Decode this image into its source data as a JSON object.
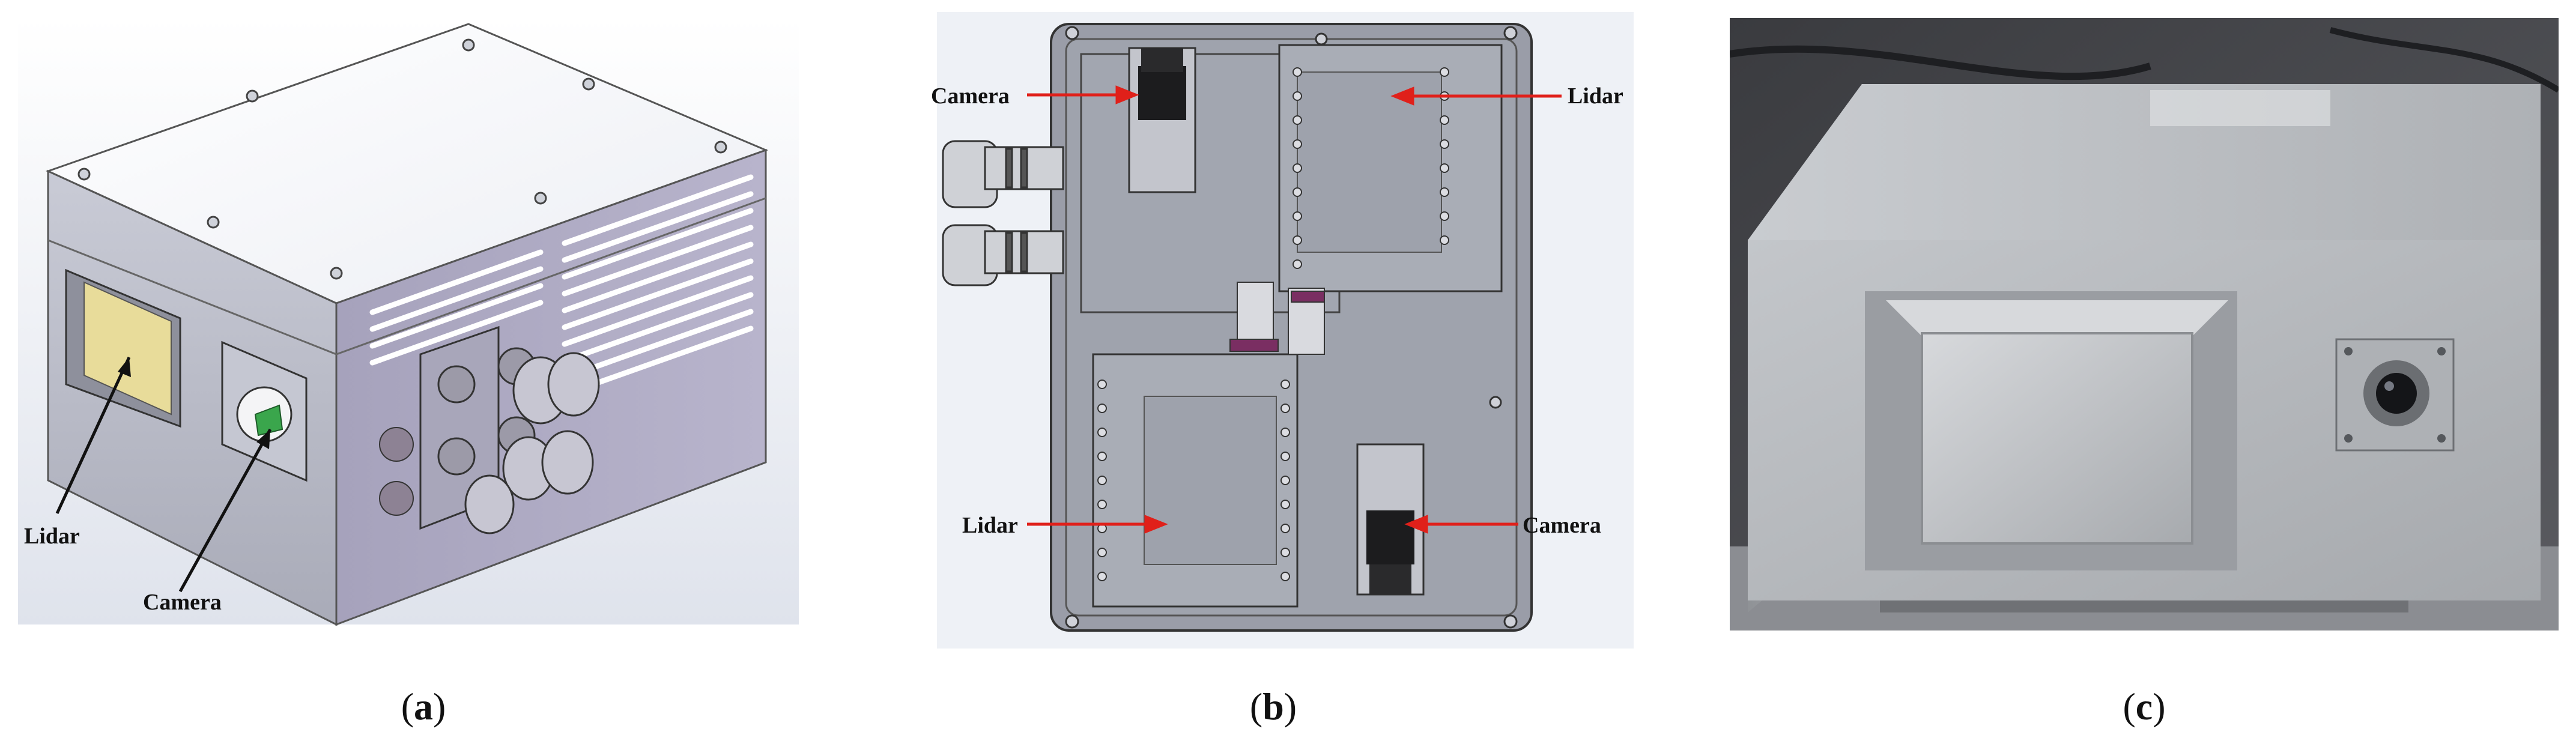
{
  "panels": [
    {
      "id": "a",
      "labels": {
        "lidar": "Lidar",
        "camera": "Camera"
      },
      "caption": {
        "open": "(",
        "letter": "a",
        "close": ")"
      }
    },
    {
      "id": "b",
      "labels": {
        "camera_top": "Camera",
        "lidar_top": "Lidar",
        "lidar_bottom": "Lidar",
        "camera_bottom": "Camera"
      },
      "caption": {
        "open": "(",
        "letter": "b",
        "close": ")"
      }
    },
    {
      "id": "c",
      "labels": {},
      "caption": {
        "open": "(",
        "letter": "c",
        "close": ")"
      }
    }
  ],
  "colors": {
    "arrow_black": "#111111",
    "arrow_red": "#e0201a",
    "housing_gray": "#b4b6c2",
    "lidar_window": "#e8dc9a",
    "photo_metal": "#b9bcc0"
  }
}
